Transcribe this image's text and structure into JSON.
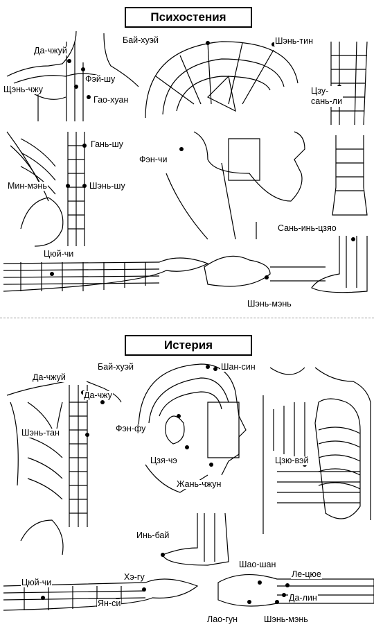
{
  "sections": [
    {
      "title": "Психостения",
      "points": {
        "da_chzhui": "Да-чжуй",
        "fei_shu": "Фэй-шу",
        "shen_chzhu": "Щэнь-чжу",
        "gao_huan": "Гао-хуан",
        "bai_huei": "Бай-хуэй",
        "shen_tin": "Шэнь-тин",
        "tsu_san_li": "Цзу-\nсань-ли",
        "gan_shu": "Гань-шу",
        "fen_chi": "Фэн-чи",
        "min_men": "Мин-мэнь",
        "shen_shu": "Шэнь-шу",
        "san_in_tszyao": "Сань-инь-цзяо",
        "tsui_chi": "Цюй-чи",
        "shen_men": "Шэнь-мэнь"
      }
    },
    {
      "title": "Истерия",
      "points": {
        "bai_huei": "Бай-хуэй",
        "shan_sin": "Шан-син",
        "da_chzhui": "Да-чжуй",
        "da_chzhu": "Да-чжу",
        "shen_tan": "Шэнь-тан",
        "fen_fu": "Фэн-фу",
        "tszya_che": "Цзя-чэ",
        "tszyu_vei": "Цзю-вэй",
        "zhan_chzhun": "Жань-чжун",
        "in_bai": "Инь-бай",
        "shao_shan": "Шао-шан",
        "le_tsyue": "Ле-цюе",
        "tsui_chi": "Цюй-чи",
        "he_gu": "Хэ-гу",
        "yan_si": "Ян-си",
        "da_lin": "Да-лин",
        "lao_gun": "Лао-гун",
        "shen_men": "Шэнь-мэнь"
      }
    }
  ]
}
